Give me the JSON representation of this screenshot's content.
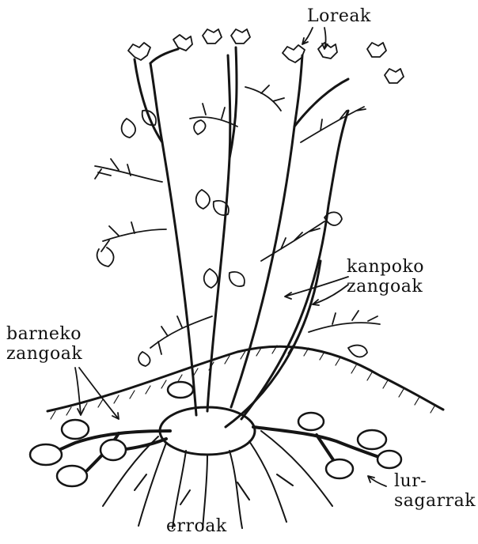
{
  "figure": {
    "labels": {
      "flowers": "Loreak",
      "outer_stems": "kanpoko\nzangoak",
      "inner_stems": "barneko\nzangoak",
      "tubers": "lur-\nsagarrak",
      "roots": "erroak"
    }
  },
  "ink_color": "#151515",
  "background_color": "#ffffff"
}
